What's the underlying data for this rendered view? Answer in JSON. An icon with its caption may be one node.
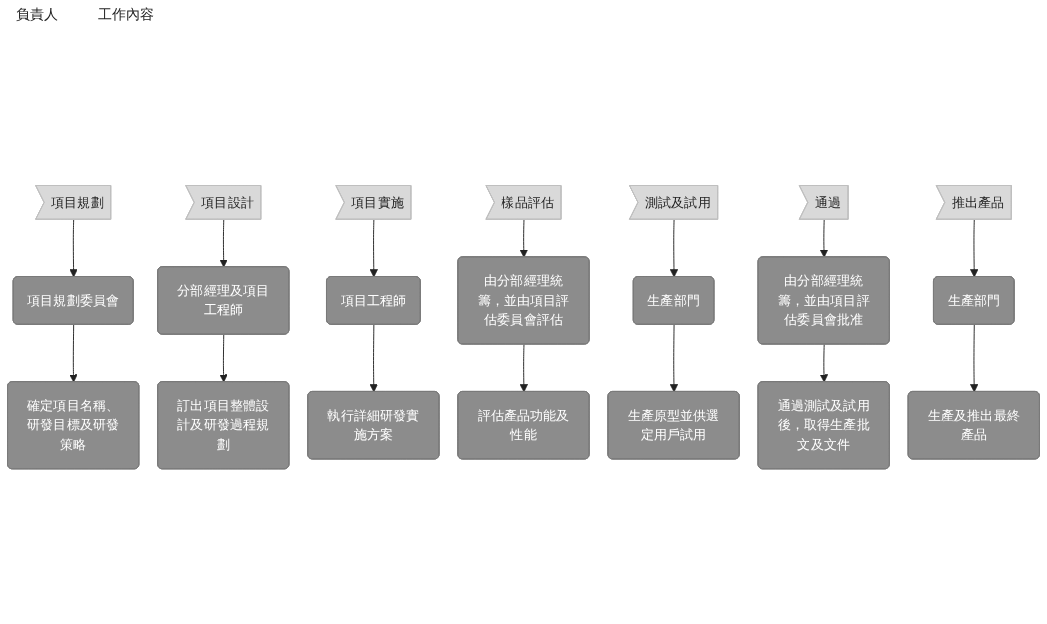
{
  "diagram": {
    "nodes": [
      {
        "text": [
          "項目規劃"
        ]
      },
      {
        "text": [
          "項目設計"
        ]
      },
      {
        "text": [
          "項目實施"
        ]
      },
      {
        "text": [
          "樣品評估"
        ]
      },
      {
        "text": [
          "測試及試用"
        ]
      },
      {
        "text": [
          "通過"
        ]
      },
      {
        "text": [
          "推出產品"
        ]
      },
      {
        "text": [
          "項目規劃委員會"
        ]
      },
      {
        "text": [
          "分部經理及項目工程師"
        ]
      },
      {
        "text": [
          "項目工程師"
        ]
      },
      {
        "text": [
          "由分部經理統籌，並由項目評估委員會評估"
        ]
      },
      {
        "text": [
          "生產部門"
        ]
      },
      {
        "text": [
          "由分部經理統籌，並由項目評估委員會批准"
        ]
      },
      {
        "text": [
          "生產部門"
        ]
      },
      {
        "text": [
          "確定項目名稱、研發目標及研發策略"
        ]
      },
      {
        "text": [
          "訂出項目整體設計及研發過程規劃"
        ]
      },
      {
        "text": [
          "執行詳細研發實施方案"
        ]
      },
      {
        "text": [
          "評估產品功能及性能"
        ]
      },
      {
        "text": [
          "生產原型並供選定用戶試用"
        ]
      },
      {
        "text": [
          "通過測試及試用後，取得生產批文及文件"
        ]
      },
      {
        "text": [
          "生產及推出最終產品"
        ]
      }
    ],
    "edges": [
      {
        "from": 0,
        "to": 7,
        "arrow": "to"
      },
      {
        "from": 1,
        "to": 8,
        "arrow": "to"
      },
      {
        "from": 2,
        "to": 9,
        "arrow": "to"
      },
      {
        "from": 3,
        "to": 10,
        "arrow": "to"
      },
      {
        "from": 4,
        "to": 11,
        "arrow": "to"
      },
      {
        "from": 5,
        "to": 12,
        "arrow": "to"
      },
      {
        "from": 6,
        "to": 13,
        "arrow": "to"
      },
      {
        "from": 7,
        "to": 14,
        "arrow": "to"
      },
      {
        "from": 8,
        "to": 15,
        "arrow": "to"
      },
      {
        "from": 9,
        "to": 16,
        "arrow": "to"
      },
      {
        "from": 10,
        "to": 17,
        "arrow": "to"
      },
      {
        "from": 11,
        "to": 18,
        "arrow": "to"
      },
      {
        "from": 12,
        "to": 19,
        "arrow": "to"
      },
      {
        "from": 13,
        "to": 20,
        "arrow": "to"
      }
    ],
    "labels": [
      "負責人",
      "工作內容"
    ]
  }
}
